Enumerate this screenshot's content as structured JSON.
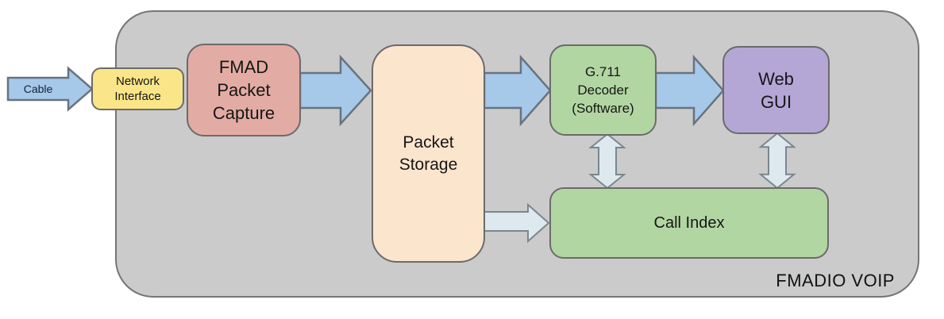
{
  "system": {
    "label": "FMADIO VOIP"
  },
  "nodes": {
    "cable": {
      "label": "Cable"
    },
    "network_interface": {
      "label": "Network\nInterface"
    },
    "fmad_packet_capture": {
      "label": "FMAD\nPacket\nCapture"
    },
    "packet_storage": {
      "label": "Packet\nStorage"
    },
    "g711_decoder": {
      "label": "G.711\nDecoder\n(Software)"
    },
    "web_gui": {
      "label": "Web\nGUI"
    },
    "call_index": {
      "label": "Call Index"
    }
  },
  "colors": {
    "frame_fill": "#cbcbcb",
    "frame_border": "#757575",
    "arrow_blue": "#a6c9e9",
    "arrow_pale": "#dde9ee",
    "network_interface_fill": "#fae588",
    "fmad_fill": "#e2aca4",
    "packet_storage_fill": "#fce5cd",
    "g711_fill": "#b2d6a2",
    "web_gui_fill": "#b4a7d6",
    "call_index_fill": "#b2d6a2"
  },
  "connections": [
    {
      "from": "Cable",
      "to": "Network Interface",
      "type": "arrow",
      "color": "blue"
    },
    {
      "from": "Network Interface",
      "to": "FMAD Packet Capture",
      "type": "adjacent",
      "color": "none"
    },
    {
      "from": "FMAD Packet Capture",
      "to": "Packet Storage",
      "type": "arrow",
      "color": "blue"
    },
    {
      "from": "Packet Storage",
      "to": "G.711 Decoder (Software)",
      "type": "arrow",
      "color": "blue"
    },
    {
      "from": "G.711 Decoder (Software)",
      "to": "Web GUI",
      "type": "arrow",
      "color": "blue"
    },
    {
      "from": "Packet Storage",
      "to": "Call Index",
      "type": "arrow",
      "color": "pale"
    },
    {
      "from": "G.711 Decoder (Software)",
      "to": "Call Index",
      "type": "bidirectional-arrow",
      "color": "pale"
    },
    {
      "from": "Web GUI",
      "to": "Call Index",
      "type": "bidirectional-arrow",
      "color": "pale"
    }
  ]
}
